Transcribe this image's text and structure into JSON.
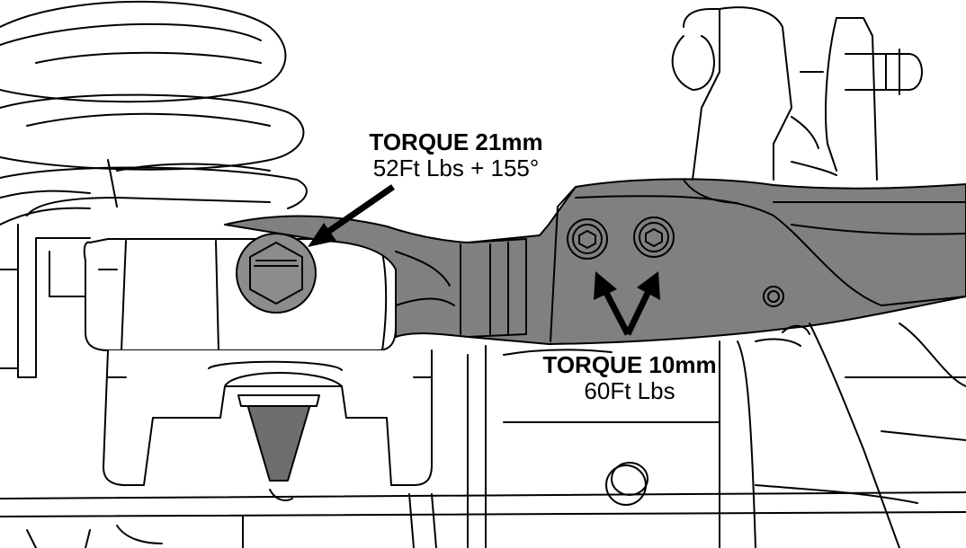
{
  "callouts": {
    "torque_21": {
      "title": "TORQUE 21mm",
      "spec": "52Ft Lbs + 155°"
    },
    "torque_10": {
      "title": "TORQUE 10mm",
      "spec": "60Ft Lbs"
    }
  },
  "colors": {
    "line": "#000000",
    "arm_fill": "#7a7a7a",
    "bolt_fill": "#8c8c8c",
    "background": "#ffffff"
  }
}
